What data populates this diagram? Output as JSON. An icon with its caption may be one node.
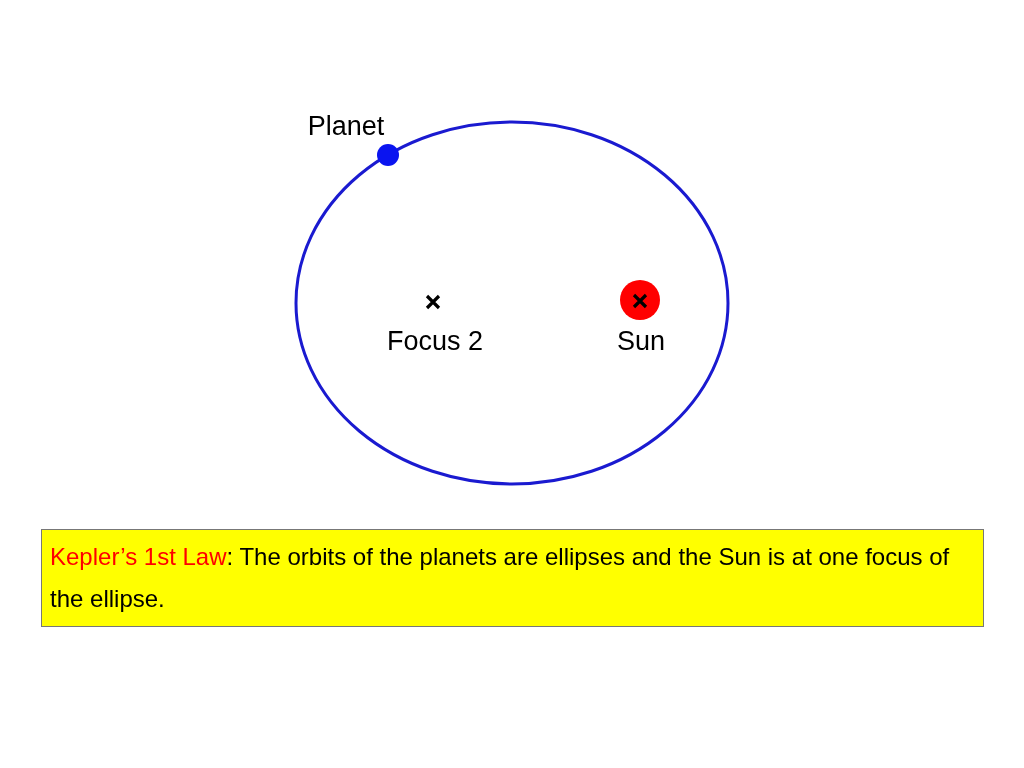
{
  "diagram": {
    "nodes": [
      {
        "text": [
          "Kepler’s 1st Law",
          ": The orbits of the planets are ellipses and the Sun is at one focus of the ellipse."
        ]
      }
    ],
    "labels": [
      "Planet",
      "Focus 2",
      "Sun"
    ]
  }
}
